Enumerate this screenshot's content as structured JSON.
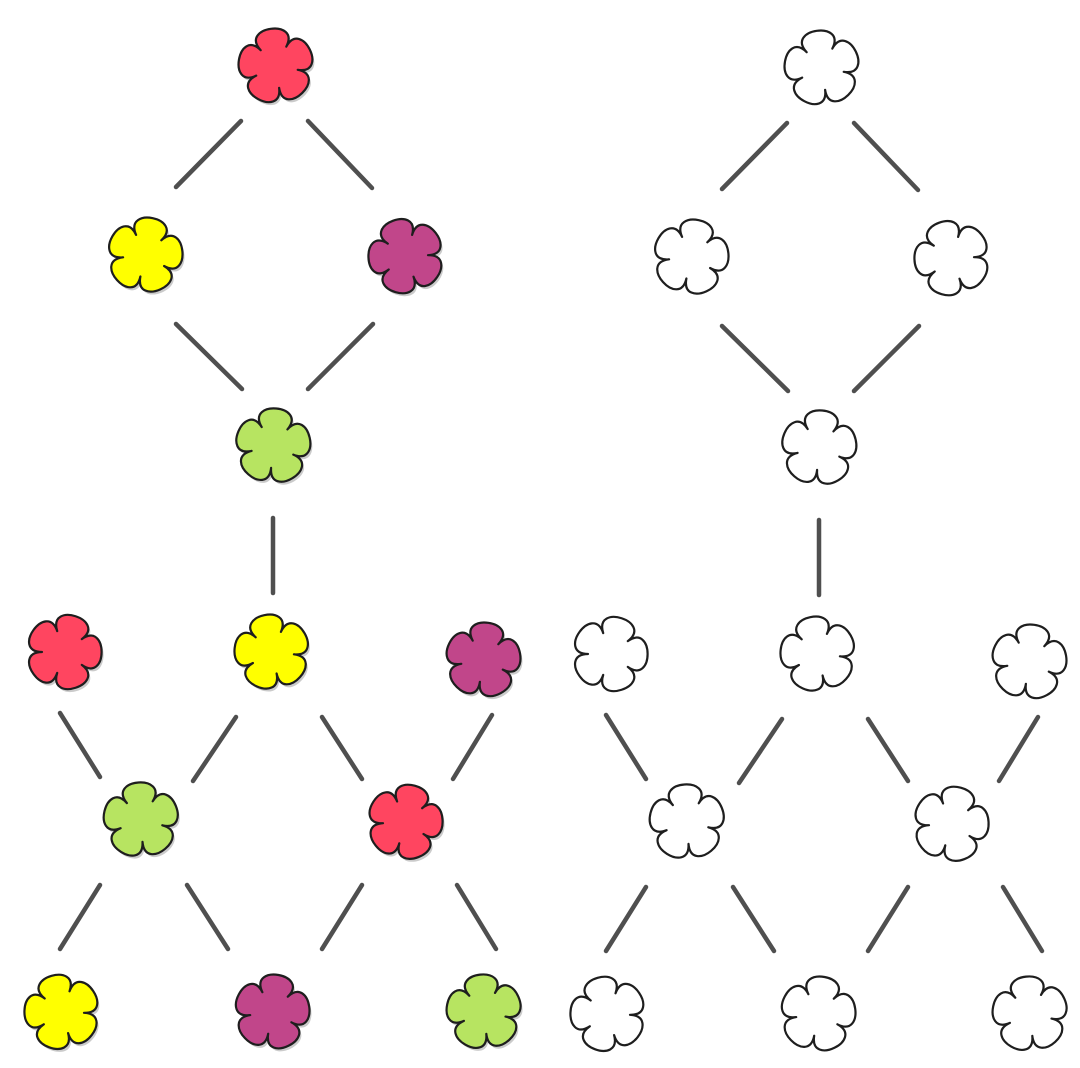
{
  "colors": {
    "red": "#ff4560",
    "yellow": "#ffff00",
    "purple": "#c1468a",
    "green": "#b7e461",
    "blank": "#ffffff",
    "outline": "#1e1e1e",
    "edge": "#4f4f4f"
  },
  "diagram": {
    "panels": [
      {
        "name": "colored-pattern",
        "flowers": [
          {
            "id": "c1",
            "color": "red"
          },
          {
            "id": "c2",
            "color": "yellow"
          },
          {
            "id": "c3",
            "color": "purple"
          },
          {
            "id": "c4",
            "color": "green"
          },
          {
            "id": "c5",
            "color": "red"
          },
          {
            "id": "c6",
            "color": "yellow"
          },
          {
            "id": "c7",
            "color": "purple"
          },
          {
            "id": "c8",
            "color": "green"
          },
          {
            "id": "c9",
            "color": "red"
          },
          {
            "id": "c10",
            "color": "yellow"
          },
          {
            "id": "c11",
            "color": "purple"
          },
          {
            "id": "c12",
            "color": "green"
          }
        ]
      },
      {
        "name": "uncolored-pattern",
        "flowers": [
          {
            "id": "u1",
            "color": "blank"
          },
          {
            "id": "u2",
            "color": "blank"
          },
          {
            "id": "u3",
            "color": "blank"
          },
          {
            "id": "u4",
            "color": "blank"
          },
          {
            "id": "u5",
            "color": "blank"
          },
          {
            "id": "u6",
            "color": "blank"
          },
          {
            "id": "u7",
            "color": "blank"
          },
          {
            "id": "u8",
            "color": "blank"
          },
          {
            "id": "u9",
            "color": "blank"
          },
          {
            "id": "u10",
            "color": "blank"
          },
          {
            "id": "u11",
            "color": "blank"
          },
          {
            "id": "u12",
            "color": "blank"
          }
        ]
      }
    ]
  }
}
